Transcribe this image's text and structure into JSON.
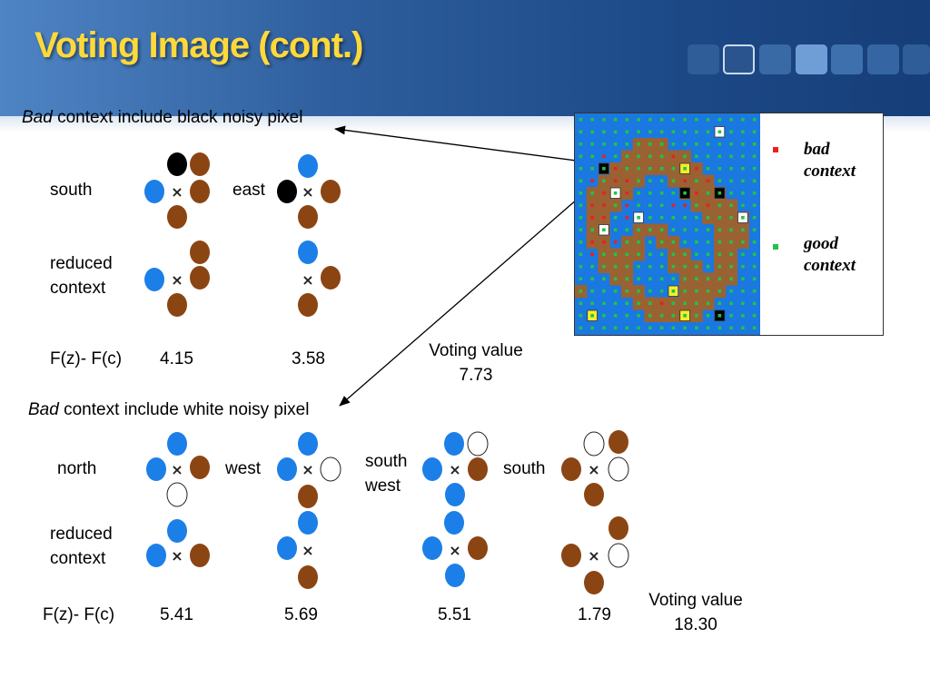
{
  "slide": {
    "title": "Voting Image (cont.)",
    "section1": {
      "heading_bad": "Bad",
      "heading_rest": " context include black noisy pixel",
      "col1_label": "south",
      "col2_label": "east",
      "reduced_line1": "reduced",
      "reduced_line2": "context",
      "f_label": "F(z)- F(c)",
      "values": [
        "4.15",
        "3.58"
      ],
      "voting_label": "Voting value",
      "voting_value": "7.73"
    },
    "section2": {
      "heading_bad": "Bad",
      "heading_rest": " context include white noisy pixel",
      "labels": [
        "north",
        "west",
        "south",
        "west",
        "south"
      ],
      "reduced_line1": "reduced",
      "reduced_line2": "context",
      "f_label": "F(z)- F(c)",
      "values": [
        "5.41",
        "5.69",
        "5.51",
        "1.79"
      ],
      "voting_label": "Voting value",
      "voting_value": "18.30"
    },
    "figure": {
      "legend_bad_line1": "bad",
      "legend_bad_line2": "context",
      "legend_good_line1": "good",
      "legend_good_line2": "context"
    },
    "colors": {
      "blue": "#1c7fe8",
      "brown": "#8b4513",
      "grid_blue": "#1a78e0",
      "grid_brown": "#9a6232",
      "bad_marker": "#e82121",
      "good_marker": "#22c24a",
      "title": "#ffd93a"
    }
  }
}
